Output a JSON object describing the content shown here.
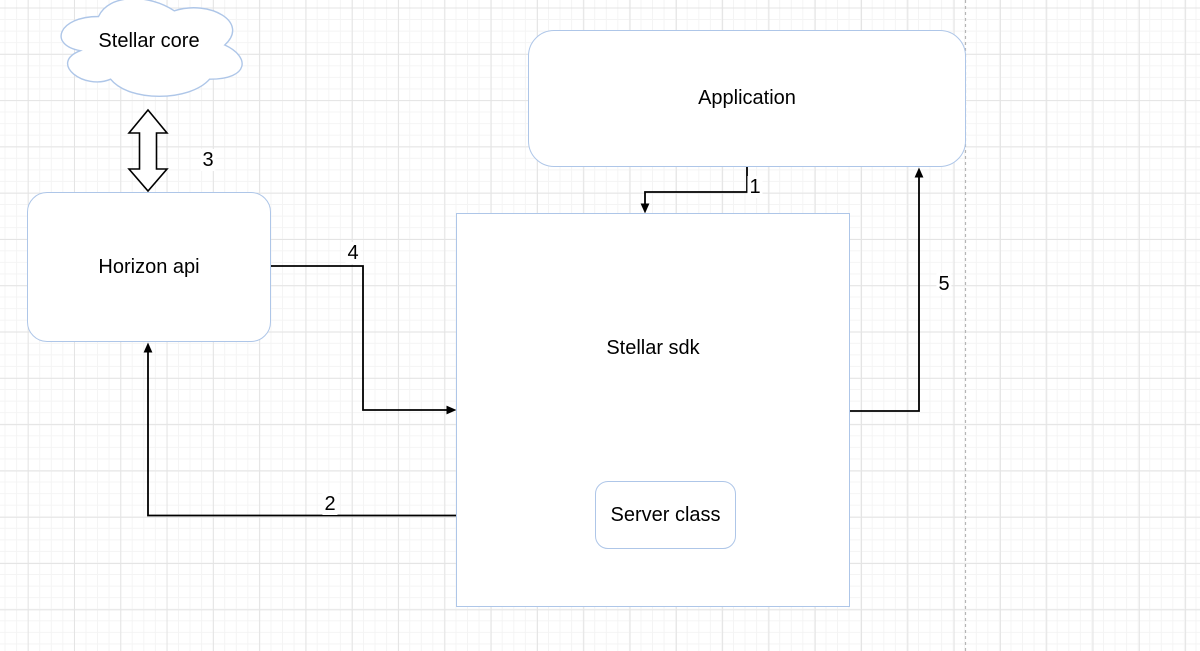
{
  "diagram": {
    "nodes": {
      "stellar_core": {
        "label": "Stellar core",
        "shape": "cloud"
      },
      "application": {
        "label": "Application",
        "shape": "rounded-rect"
      },
      "horizon_api": {
        "label": "Horizon api",
        "shape": "rounded-rect"
      },
      "stellar_sdk": {
        "label": "Stellar sdk",
        "shape": "rect"
      },
      "server_class": {
        "label": "Server class",
        "shape": "rounded-rect"
      }
    },
    "edges": [
      {
        "label": "1",
        "from": "application",
        "to": "stellar_sdk",
        "style": "arrow"
      },
      {
        "label": "2",
        "from": "server_class",
        "to": "horizon_api",
        "style": "arrow"
      },
      {
        "label": "3",
        "from": "stellar_core",
        "to": "horizon_api",
        "style": "double-block-arrow"
      },
      {
        "label": "4",
        "from": "horizon_api",
        "to": "stellar_sdk",
        "style": "arrow"
      },
      {
        "label": "5",
        "from": "stellar_sdk",
        "to": "application",
        "style": "arrow"
      }
    ],
    "colors": {
      "background": "#ffffff",
      "node_border": "#aec6e8",
      "node_fill": "#ffffff",
      "edge": "#000000",
      "text": "#000000",
      "page_boundary": "#b5b5b5",
      "grid_minor": "#f4f4f4",
      "grid_major": "#e4e4e4"
    }
  }
}
